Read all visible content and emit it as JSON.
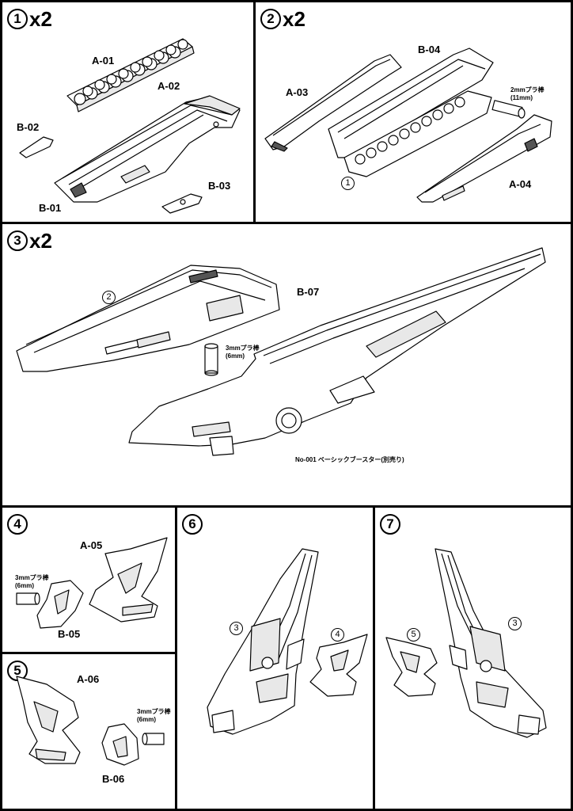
{
  "panels": {
    "p1": {
      "step_num": "1",
      "multiplier": "x2",
      "labels": {
        "a01": "A-01",
        "a02": "A-02",
        "b02": "B-02",
        "b03": "B-03",
        "b01": "B-01"
      }
    },
    "p2": {
      "step_num": "2",
      "multiplier": "x2",
      "labels": {
        "b04": "B-04",
        "a03": "A-03",
        "a04": "A-04",
        "ref1": "1"
      },
      "rod_note_line1": "2mmプラ棒",
      "rod_note_line2": "(11mm)"
    },
    "p3": {
      "step_num": "3",
      "multiplier": "x2",
      "labels": {
        "ref2": "2",
        "b07": "B-07"
      },
      "rod_note_line1": "3mmプラ棒",
      "rod_note_line2": "(6mm)",
      "booster_note": "No-001 ベーシックブースター(別売り)"
    },
    "p4": {
      "step_num": "4",
      "labels": {
        "a05": "A-05",
        "b05": "B-05"
      },
      "rod_note_line1": "3mmプラ棒",
      "rod_note_line2": "(6mm)"
    },
    "p5": {
      "step_num": "5",
      "labels": {
        "a06": "A-06",
        "b06": "B-06"
      },
      "rod_note_line1": "3mmプラ棒",
      "rod_note_line2": "(6mm)"
    },
    "p6": {
      "step_num": "6",
      "refs": {
        "r3": "3",
        "r4": "4"
      }
    },
    "p7": {
      "step_num": "7",
      "refs": {
        "r3": "3",
        "r5": "5"
      }
    }
  },
  "colors": {
    "line": "#000000",
    "panel_bg": "#ffffff"
  }
}
